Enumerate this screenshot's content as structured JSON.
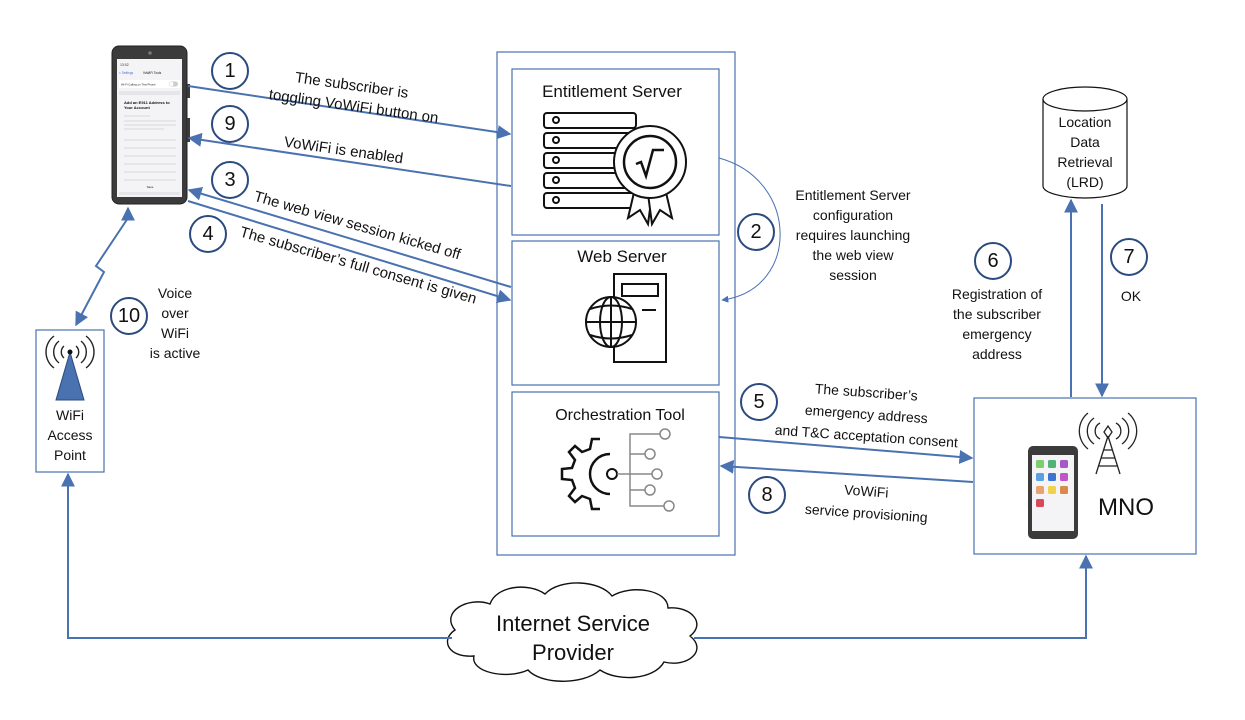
{
  "entities": {
    "entitlement_server": "Entitlement Server",
    "web_server": "Web Server",
    "orchestration_tool": "Orchestration Tool",
    "lrd": [
      "Location",
      "Data",
      "Retrieval",
      "(LRD)"
    ],
    "mno": "MNO",
    "wifi_ap": [
      "WiFi",
      "Access",
      "Point"
    ],
    "isp": [
      "Internet Service",
      "Provider"
    ]
  },
  "steps": [
    {
      "n": "1",
      "lines": [
        "The subscriber is",
        "toggling VoWiFi button on"
      ]
    },
    {
      "n": "9",
      "lines": [
        "VoWiFi is enabled"
      ]
    },
    {
      "n": "3",
      "lines": [
        "The web view session kicked off"
      ]
    },
    {
      "n": "4",
      "lines": [
        "The subscriber’s full consent is given"
      ]
    },
    {
      "n": "2",
      "lines": [
        "Entitlement Server",
        "configuration",
        "requires launching",
        "the web view",
        "session"
      ]
    },
    {
      "n": "10",
      "lines": [
        "Voice",
        "over",
        "WiFi",
        "is active"
      ]
    },
    {
      "n": "5",
      "lines": [
        "The subscriber’s",
        "emergency address",
        "and T&C acceptation consent"
      ]
    },
    {
      "n": "8",
      "lines": [
        "VoWiFi",
        "service provisioning"
      ]
    },
    {
      "n": "6",
      "lines": [
        "Registration of",
        "the subscriber",
        "emergency",
        "address"
      ]
    },
    {
      "n": "7",
      "lines": [
        "OK"
      ]
    }
  ],
  "phone_screen": {
    "time": "13:02",
    "nav_back": "< Settings",
    "nav_title": "VoWiFi Tools",
    "toggle_label": "Wi-Fi Calling on This Phone",
    "heading": [
      "Add an E911 Address to",
      "Your Account"
    ],
    "button": "Save"
  }
}
